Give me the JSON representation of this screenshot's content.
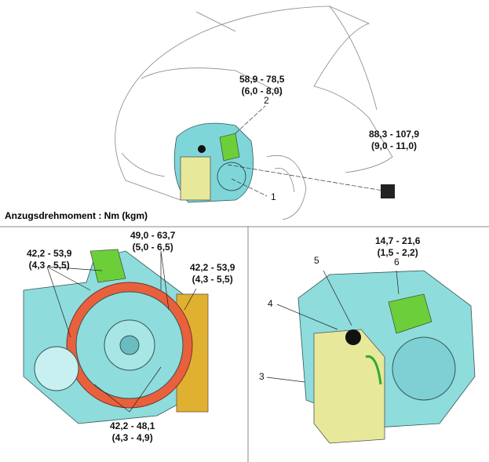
{
  "top": {
    "callout_2_torque": {
      "nm": "58,9 - 78,5",
      "kgm": "(6,0 - 8,0)"
    },
    "callout_bolt_torque": {
      "nm": "88,3 - 107,9",
      "kgm": "(9,0 - 11,0)"
    },
    "label_1": "1",
    "label_2": "2"
  },
  "section_title": "Anzugsdrehmoment : Nm (kgm)",
  "left_panel": {
    "torque_top_left": {
      "nm": "42,2 - 53,9",
      "kgm": "(4,3 - 5,5)"
    },
    "torque_top_center": {
      "nm": "49,0 - 63,7",
      "kgm": "(5,0 - 6,5)"
    },
    "torque_right": {
      "nm": "42,2 - 53,9",
      "kgm": "(4,3 - 5,5)"
    },
    "torque_bottom": {
      "nm": "42,2 - 48,1",
      "kgm": "(4,3 - 4,9)"
    }
  },
  "right_panel": {
    "torque_top": {
      "nm": "14,7 - 21,6",
      "kgm": "(1,5 - 2,2)"
    },
    "label_3": "3",
    "label_4": "4",
    "label_5": "5",
    "label_6": "6"
  },
  "colors": {
    "housing": "#7fd6d8",
    "bracket": "#6ccf3a",
    "cover": "#e8e89a",
    "gasket": "#e8603c",
    "pan": "#e0b030"
  }
}
